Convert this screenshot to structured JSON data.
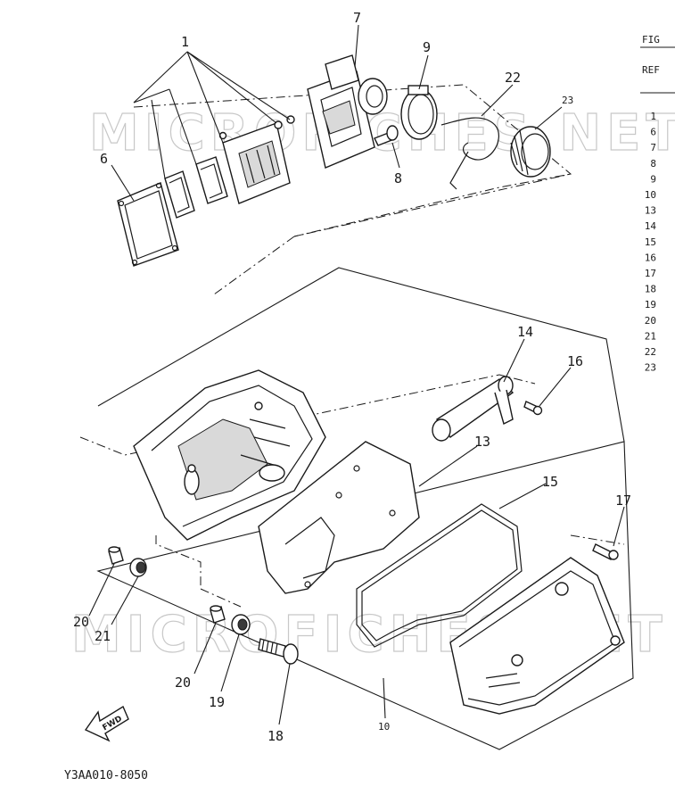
{
  "watermark": "MICROFICHES.NET",
  "table": {
    "header_top": "FIG",
    "header_bottom": "REF",
    "refs": [
      "1",
      "6",
      "7",
      "8",
      "9",
      "10",
      "13",
      "14",
      "15",
      "16",
      "17",
      "18",
      "19",
      "20",
      "21",
      "22",
      "23"
    ]
  },
  "callouts": {
    "c1": "1",
    "c6": "6",
    "c7": "7",
    "c8": "8",
    "c9": "9",
    "c22": "22",
    "c23": "23",
    "c14": "14",
    "c16": "16",
    "c13": "13",
    "c15": "15",
    "c17": "17",
    "c20a": "20",
    "c21": "21",
    "c20b": "20",
    "c19": "19",
    "c18": "18",
    "c10": "10"
  },
  "fwd_label": "FWD",
  "drawing_code": "Y3AA010-8050"
}
